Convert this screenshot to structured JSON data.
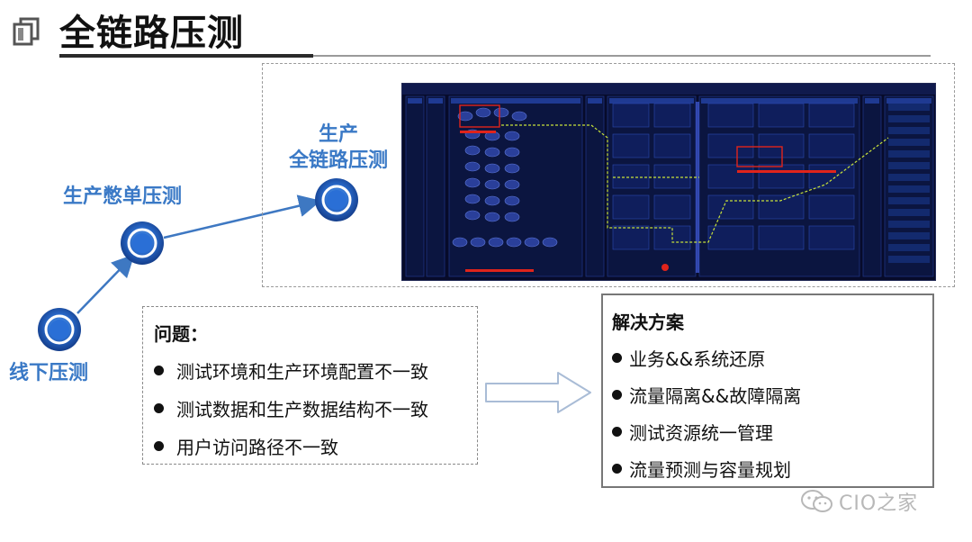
{
  "header": {
    "title": "全链路压测"
  },
  "stages": {
    "offline": "线下压测",
    "stress_single": "生产憋单压测",
    "prod_full_line1": "生产",
    "prod_full_line2": "全链路压测"
  },
  "problems": {
    "heading": "问题：",
    "items": [
      "测试环境和生产环境配置不一致",
      "测试数据和生产数据结构不一致",
      "用户访问路径不一致"
    ]
  },
  "solutions": {
    "heading": "解决方案",
    "items": [
      "业务&&系统还原",
      "流量隔离&&故障隔离",
      "测试资源统一管理",
      "流量预测与容量规划"
    ]
  },
  "watermark": {
    "text": "CIO之家"
  },
  "colors": {
    "stage_blue": "#3a79c6",
    "node_ring": "#2f6fd0",
    "dashboard_bg": "#070b2a",
    "alert_red": "#e0241b",
    "trace_yellow": "#c8e23a"
  }
}
